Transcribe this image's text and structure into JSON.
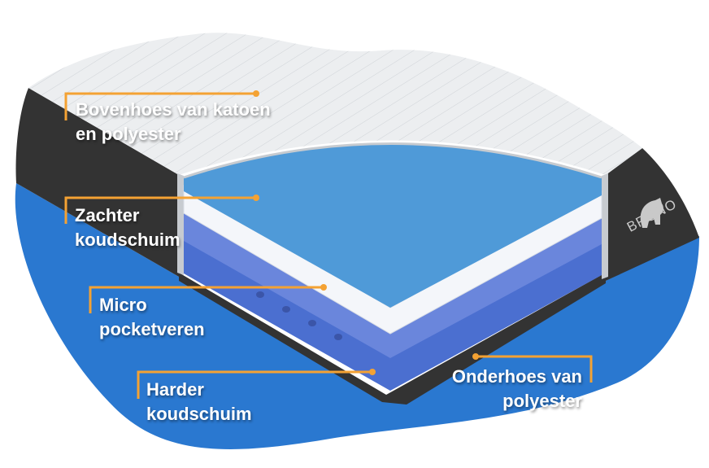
{
  "brand": "BRUNO",
  "colors": {
    "accent_line": "#f4a233",
    "background_blue": "#2a78d0",
    "cover_side": "#333333",
    "top_cover": "#eceef0",
    "soft_foam": "#4f9ad8",
    "pocket_springs": "#6a86dc",
    "hard_foam": "#4b6fd0"
  },
  "labels": [
    {
      "lines": [
        "Bovenhoes van katoen",
        "en polyester"
      ]
    },
    {
      "lines": [
        "Zachter",
        "koudschuim"
      ]
    },
    {
      "lines": [
        "Micro",
        "pocketveren"
      ]
    },
    {
      "lines": [
        "Harder",
        "koudschuim"
      ]
    },
    {
      "lines": [
        "Onderhoes van",
        "polyester"
      ]
    }
  ]
}
